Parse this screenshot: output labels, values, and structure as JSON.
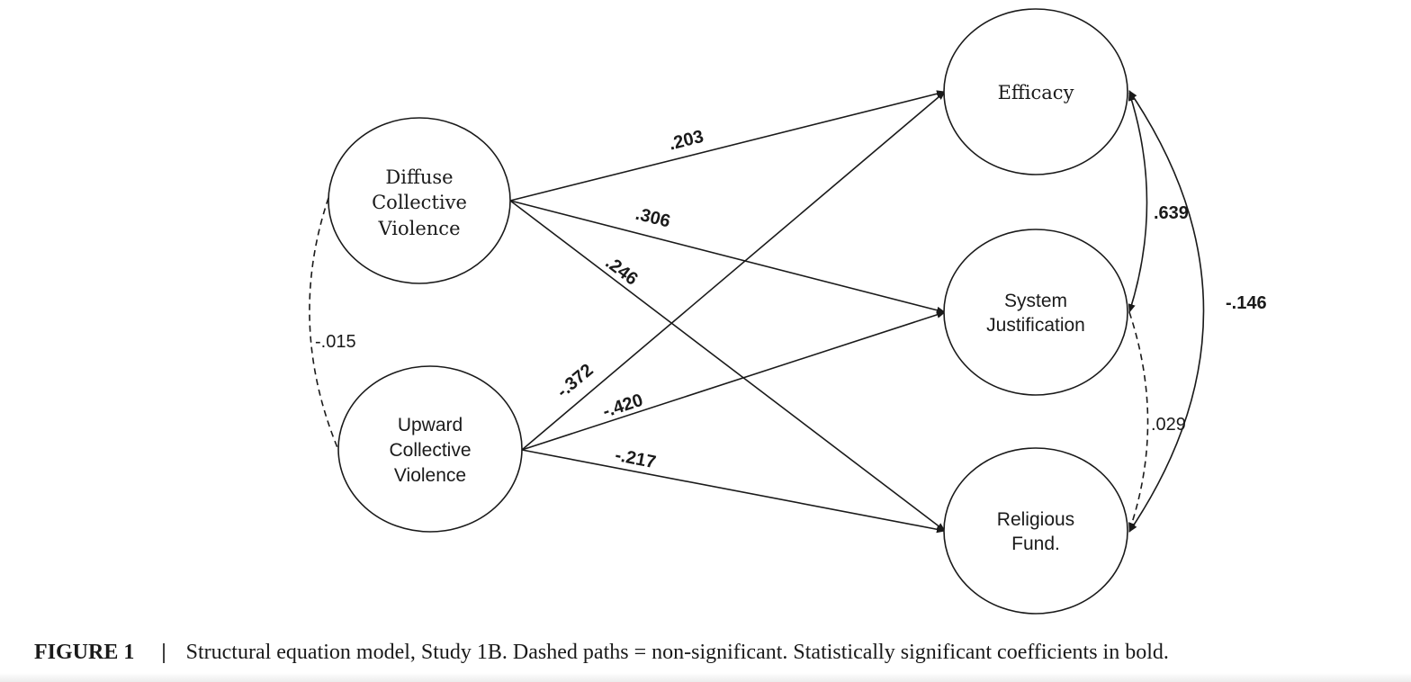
{
  "nodes": {
    "diffuse": {
      "lines": [
        "Diffuse",
        "Collective",
        "Violence"
      ]
    },
    "upward": {
      "lines": [
        "Upward",
        "Collective",
        "Violence"
      ]
    },
    "efficacy": {
      "lines": [
        "Efficacy"
      ]
    },
    "system": {
      "lines": [
        "System",
        "Justification"
      ]
    },
    "religious": {
      "lines": [
        "Religious",
        "Fund."
      ]
    }
  },
  "paths": [
    {
      "from": "Diffuse Collective Violence",
      "to": "Efficacy",
      "coefficient": ".203",
      "significant": true
    },
    {
      "from": "Diffuse Collective Violence",
      "to": "System Justification",
      "coefficient": ".306",
      "significant": true
    },
    {
      "from": "Diffuse Collective Violence",
      "to": "Religious Fund.",
      "coefficient": ".246",
      "significant": true
    },
    {
      "from": "Upward Collective Violence",
      "to": "Efficacy",
      "coefficient": "-.372",
      "significant": true
    },
    {
      "from": "Upward Collective Violence",
      "to": "System Justification",
      "coefficient": "-.420",
      "significant": true
    },
    {
      "from": "Upward Collective Violence",
      "to": "Religious Fund.",
      "coefficient": "-.217",
      "significant": true
    }
  ],
  "covariances": [
    {
      "between": [
        "Diffuse Collective Violence",
        "Upward Collective Violence"
      ],
      "coefficient": "-.015",
      "significant": false
    },
    {
      "between": [
        "Efficacy",
        "System Justification"
      ],
      "coefficient": ".639",
      "significant": true
    },
    {
      "between": [
        "System Justification",
        "Religious Fund."
      ],
      "coefficient": ".029",
      "significant": false
    },
    {
      "between": [
        "Efficacy",
        "Religious Fund."
      ],
      "coefficient": "-.146",
      "significant": true
    }
  ],
  "caption": {
    "label": "FIGURE 1",
    "separator": "|",
    "text": "Structural equation model, Study 1B. Dashed paths = non-significant. Statistically significant coefficients in bold."
  }
}
